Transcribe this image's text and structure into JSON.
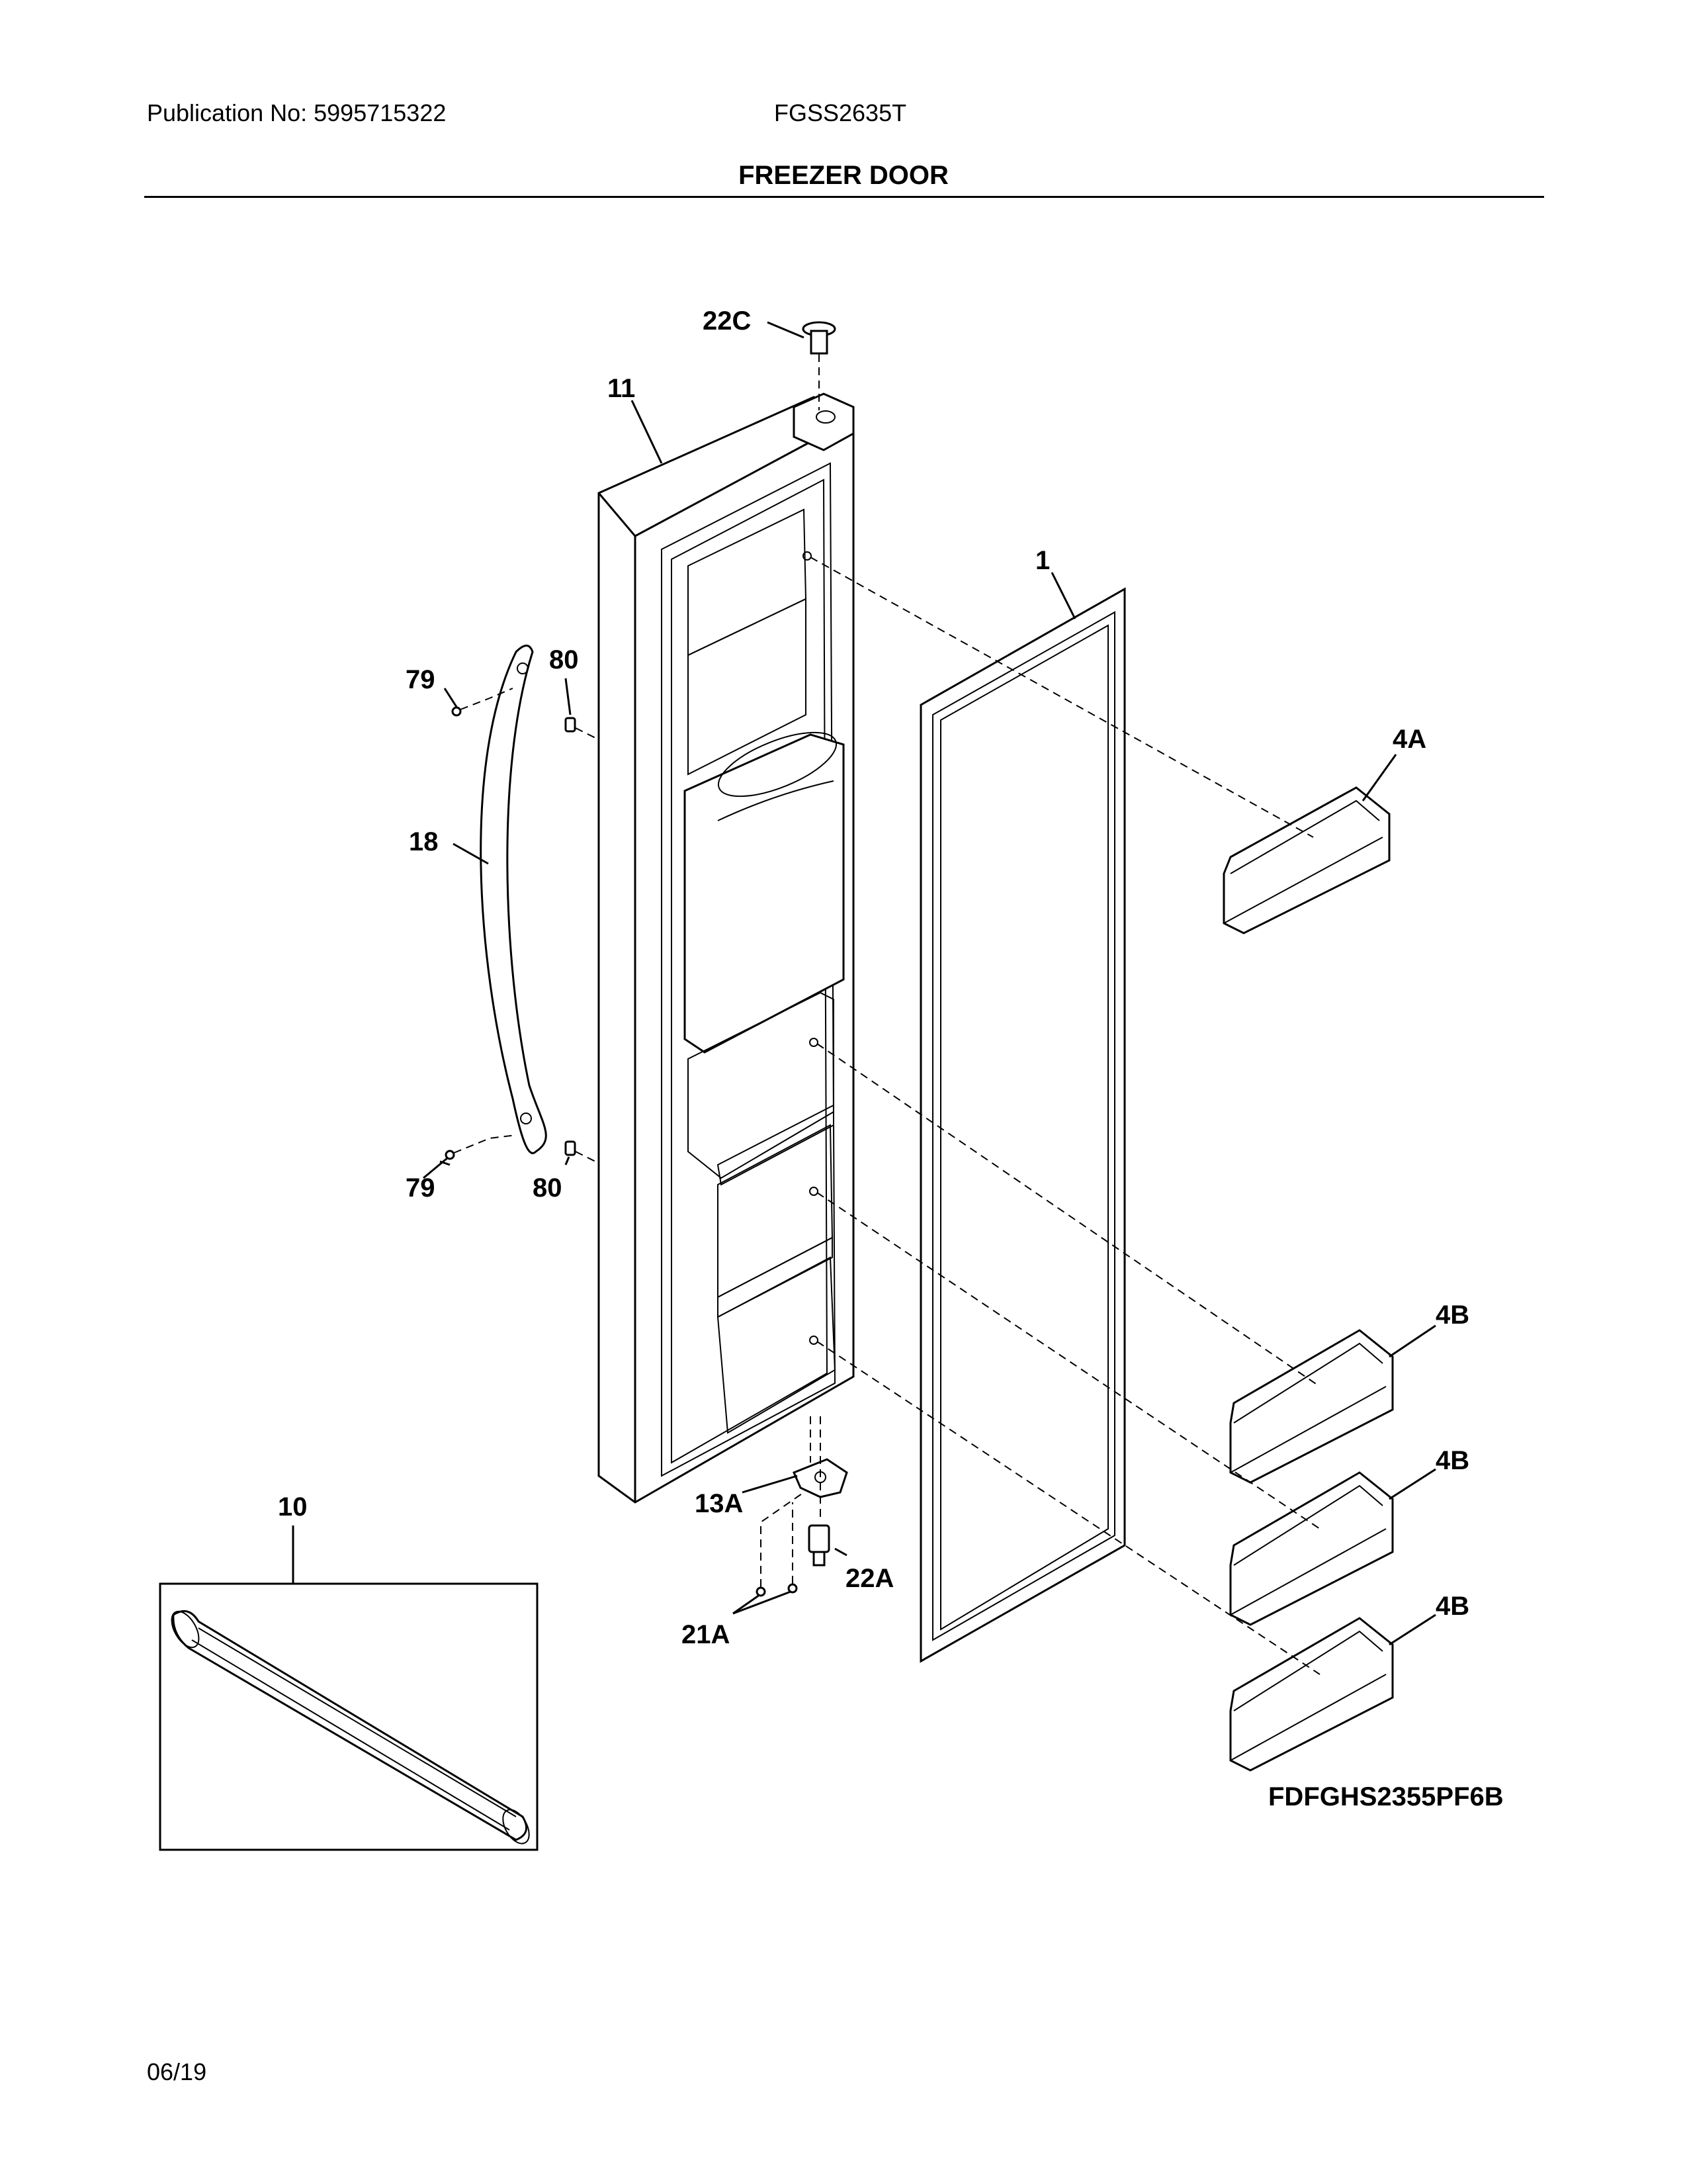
{
  "header": {
    "publication": "Publication No: 5995715322",
    "model": "FGSS2635T",
    "section_title": "FREEZER DOOR"
  },
  "diagram": {
    "figure_code": "FDFGHS2355PF6B",
    "callouts": {
      "c22C": "22C",
      "c11": "11",
      "c1": "1",
      "c79a": "79",
      "c80a": "80",
      "c4A": "4A",
      "c18": "18",
      "c79b": "79",
      "c80b": "80",
      "c4B1": "4B",
      "c10": "10",
      "c13A": "13A",
      "c4B2": "4B",
      "c22A": "22A",
      "c21A": "21A",
      "c4B3": "4B"
    }
  },
  "footer": {
    "date": "06/19"
  }
}
